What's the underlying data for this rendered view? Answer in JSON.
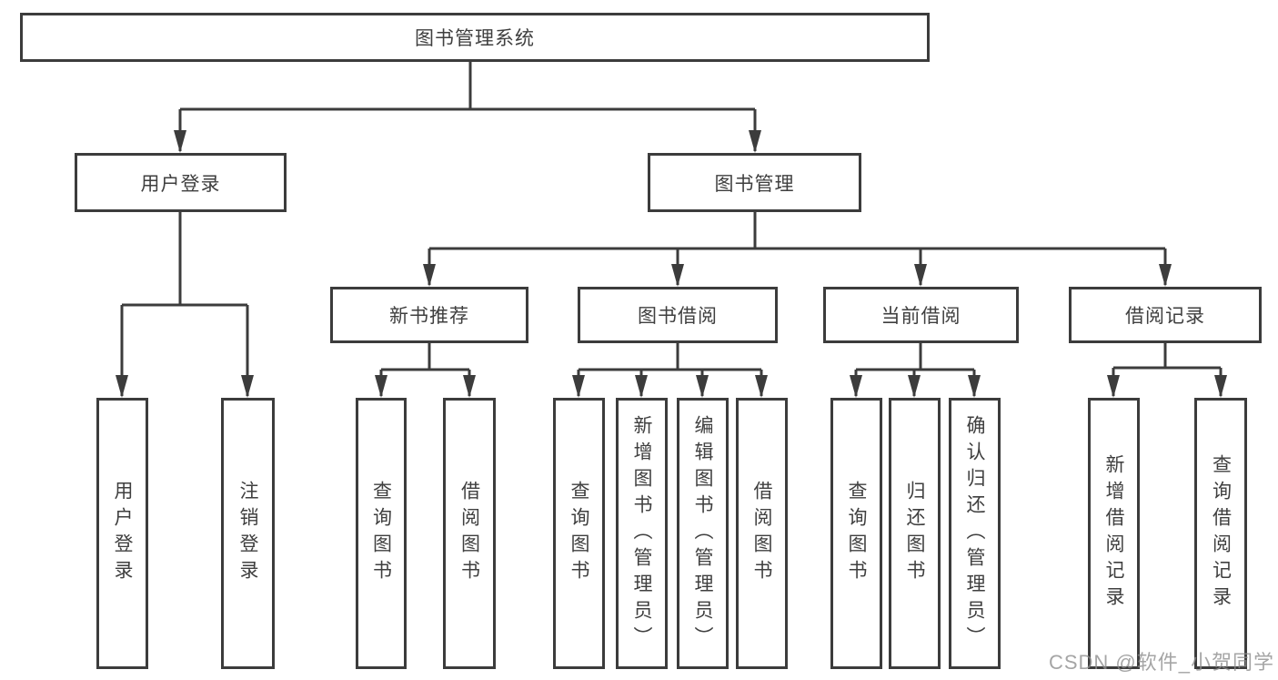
{
  "tree": {
    "root": "图书管理系统",
    "user_login": {
      "label": "用户登录",
      "children": [
        "用户登录",
        "注销登录"
      ]
    },
    "book_management": {
      "label": "图书管理",
      "sections": [
        {
          "label": "新书推荐",
          "children": [
            "查询图书",
            "借阅图书"
          ]
        },
        {
          "label": "图书借阅",
          "children": [
            "查询图书",
            "新增图书（管理员）",
            "编辑图书（管理员）",
            "借阅图书"
          ]
        },
        {
          "label": "当前借阅",
          "children": [
            "查询图书",
            "归还图书",
            "确认归还（管理员）"
          ]
        },
        {
          "label": "借阅记录",
          "children": [
            "新增借阅记录",
            "查询借阅记录"
          ]
        }
      ]
    }
  },
  "watermark": {
    "text": "CSDN @软件_小贺同学"
  },
  "colors": {
    "line": "#3c3c3c",
    "box_border": "#3c3c3c",
    "text": "#3f3f3f",
    "background": "#ffffff",
    "watermark": "#8c8c8c"
  }
}
